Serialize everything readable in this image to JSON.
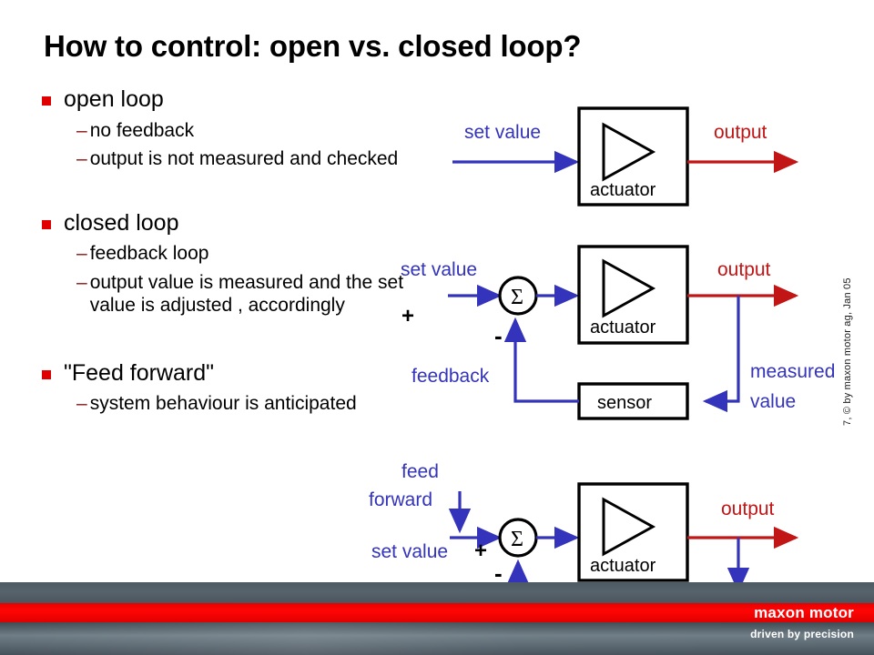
{
  "slide": {
    "title": "How to control: open vs. closed loop?",
    "credit": "7, © by maxon motor ag, Jan 05"
  },
  "colors": {
    "bullet_square": "#e00000",
    "sub_dash": "#8b1a1a",
    "signal_blue": "#3333bb",
    "output_red": "#c21515",
    "brand_red": "#ee0000",
    "footer_gray": "#56626b"
  },
  "bullets": [
    {
      "label": "open loop",
      "sub": [
        "no feedback",
        "output is not measured and checked"
      ]
    },
    {
      "label": "closed loop",
      "sub": [
        "feedback loop",
        "output value is measured and the set value is adjusted , accordingly"
      ]
    },
    {
      "label": "\"Feed forward\"",
      "sub": [
        "system behaviour is anticipated"
      ]
    }
  ],
  "diagrams": {
    "open_loop": {
      "input_label": "set value",
      "block_label": "actuator",
      "output_label": "output"
    },
    "closed_loop": {
      "input_label": "set value",
      "sum_symbol": "Σ",
      "plus_sign": "+",
      "minus_sign": "-",
      "block_label": "actuator",
      "output_label": "output",
      "sensor_label": "sensor",
      "feedback_label": "feedback",
      "measured_label_line1": "measured",
      "measured_label_line2": "value"
    },
    "feed_forward": {
      "ff_label_line1": "feed",
      "ff_label_line2": "forward",
      "input_label": "set value",
      "sum_symbol": "Σ",
      "plus_sign": "+",
      "minus_sign": "-",
      "block_label": "actuator",
      "output_label": "output"
    }
  },
  "footer": {
    "brand": "maxon motor",
    "tagline": "driven by precision"
  }
}
